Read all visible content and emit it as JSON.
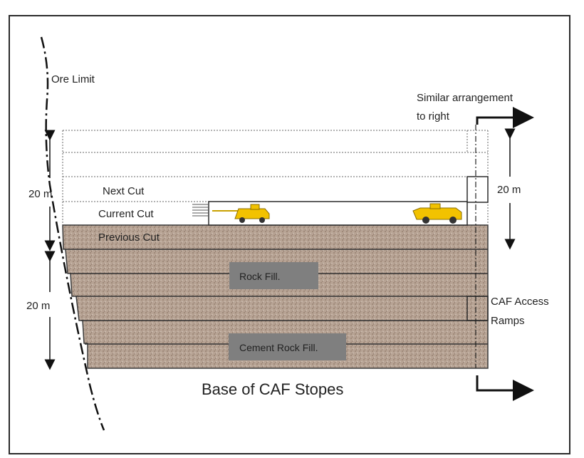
{
  "labels": {
    "ore_limit": "Ore Limit",
    "similar_arrangement_line1": "Similar arrangement",
    "similar_arrangement_line2": "to right",
    "next_cut": "Next Cut",
    "current_cut": "Current Cut",
    "previous_cut": "Previous Cut",
    "rock_fill": "Rock Fill.",
    "cement_rock_fill": "Cement Rock Fill.",
    "caf_access_line1": "CAF Access",
    "caf_access_line2": "Ramps",
    "base_title": "Base of CAF Stopes",
    "dim_upper_left": "20 m",
    "dim_lower_left": "20 m",
    "dim_right": "20 m"
  },
  "colors": {
    "fill": "#b39e90",
    "fill_speckle": "#8a7565",
    "label_box": "#7f7f7f",
    "loader": "#f2c200",
    "frame": "#2b2b2b"
  },
  "icons": {
    "loader_left": "loader-truck-icon",
    "loader_right": "loader-truck-icon",
    "arrow_top": "right-arrow-icon",
    "arrow_bottom": "right-arrow-icon"
  }
}
